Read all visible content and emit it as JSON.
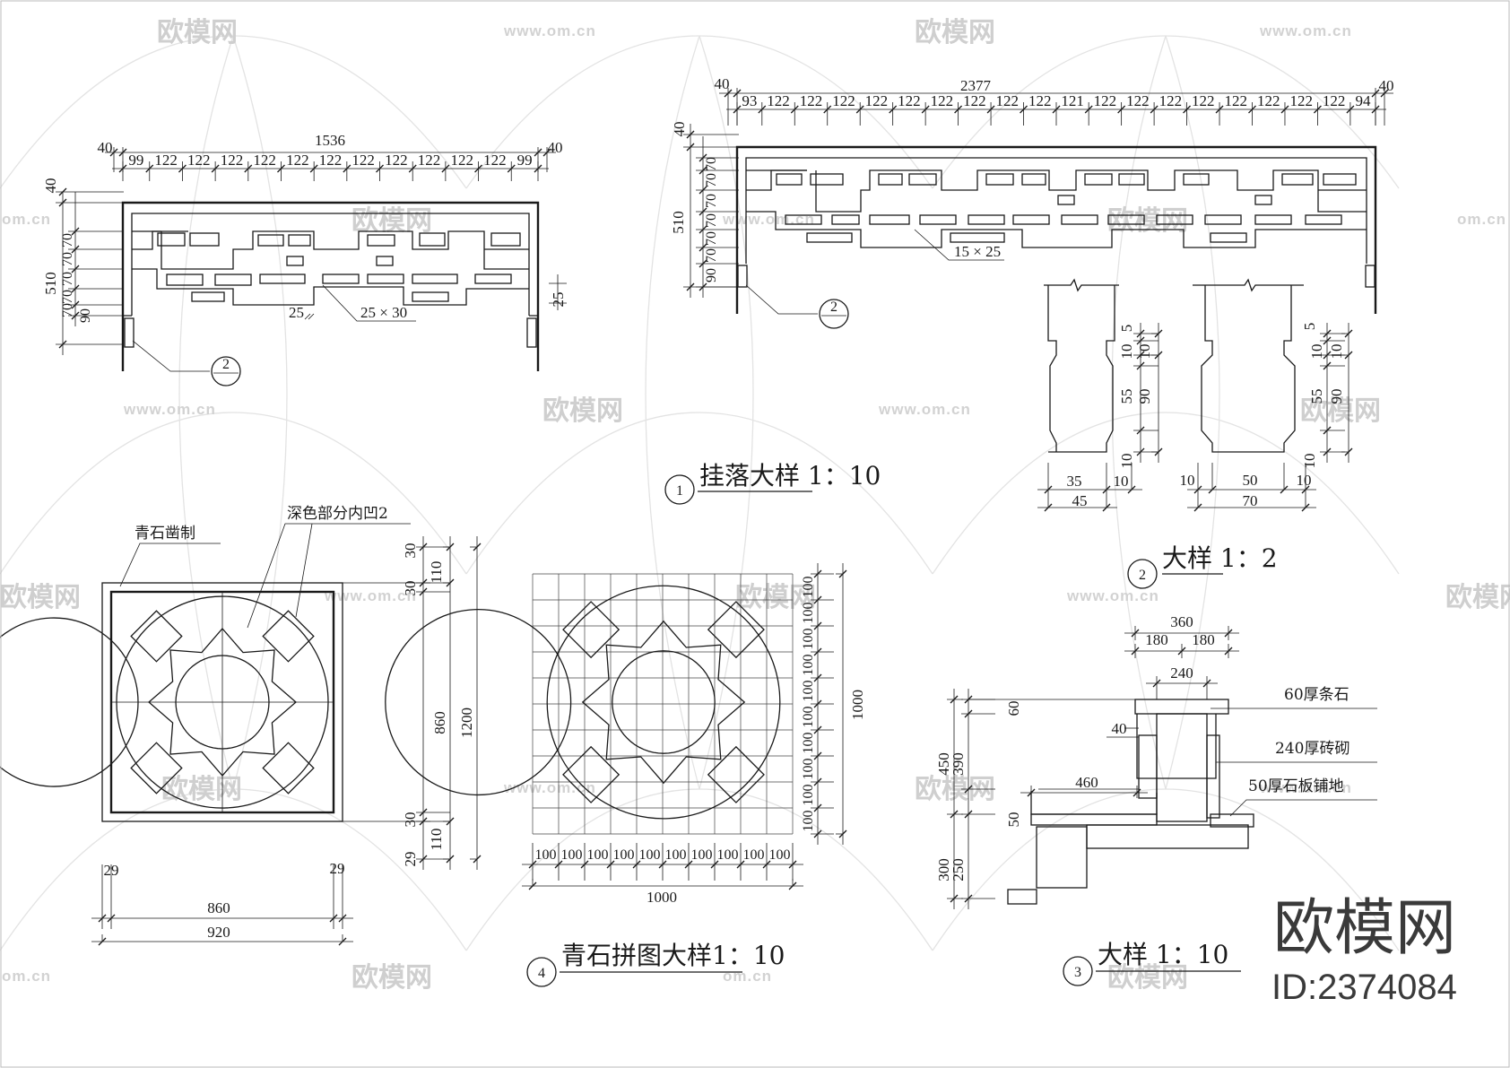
{
  "watermark": {
    "brand": "欧模网",
    "url": "www.om.cn",
    "short": "om.cn"
  },
  "brand_mark": {
    "name": "欧模网",
    "id": "ID:2374084"
  },
  "detail1": {
    "title": "挂落大样 1：10",
    "badge": "1",
    "leftview": {
      "overall": "1536",
      "end_left": "40",
      "end_right": "40",
      "segments": [
        "99",
        "122",
        "122",
        "122",
        "122",
        "122",
        "122",
        "122",
        "122",
        "122",
        "122",
        "122",
        "99"
      ],
      "height": "510",
      "top": "40",
      "rows": [
        "90",
        "70",
        "70",
        "70",
        "70",
        "70"
      ],
      "bar_label": "25 × 30",
      "gap_left": "25",
      "gap_right": "25",
      "callout": "2"
    },
    "rightview": {
      "overall": "2377",
      "end_left": "40",
      "end_right": "40",
      "segments": [
        "93",
        "122",
        "122",
        "122",
        "122",
        "122",
        "122",
        "122",
        "122",
        "122",
        "121",
        "122",
        "122",
        "122",
        "122",
        "122",
        "122",
        "122",
        "122",
        "94"
      ],
      "height": "510",
      "top": "40",
      "rows": [
        "90",
        "70",
        "70",
        "70",
        "70",
        "70"
      ],
      "bar_label": "15 × 25",
      "callout": "2"
    }
  },
  "detail2": {
    "title": "大样 1：2",
    "badge": "2",
    "side": {
      "v": [
        "5",
        "10",
        "10",
        "55",
        "10"
      ],
      "v_total": "90",
      "h_a": "35",
      "h_b": "10",
      "h_total": "45"
    },
    "front": {
      "v": [
        "5",
        "10",
        "10",
        "55",
        "10"
      ],
      "v_total": "90",
      "h_a": "10",
      "h_b": "50",
      "h_c": "10",
      "h_total": "70"
    }
  },
  "detail3": {
    "title": "大样 1：10",
    "badge": "3",
    "top_total": "360",
    "top_half_a": "180",
    "top_half_b": "180",
    "wall": "240",
    "offset": "40",
    "step": "460",
    "left_dims": [
      "60",
      "390",
      "450",
      "50",
      "250",
      "300"
    ],
    "labels": [
      "60厚条石",
      "240厚砖砌",
      "50厚石板铺地"
    ]
  },
  "detail4": {
    "title": "青石拼图大样1：10",
    "badge": "4",
    "labels": [
      "青石凿制",
      "深色部分内凹2"
    ],
    "right_dims": [
      "30",
      "110",
      "30",
      "860",
      "1200",
      "30",
      "110",
      "29"
    ],
    "bottom_dims": [
      "29",
      "29",
      "860",
      "920"
    ],
    "grid_cells": [
      "100",
      "100",
      "100",
      "100",
      "100",
      "100",
      "100",
      "100",
      "100",
      "100"
    ],
    "grid_total": "1000"
  }
}
